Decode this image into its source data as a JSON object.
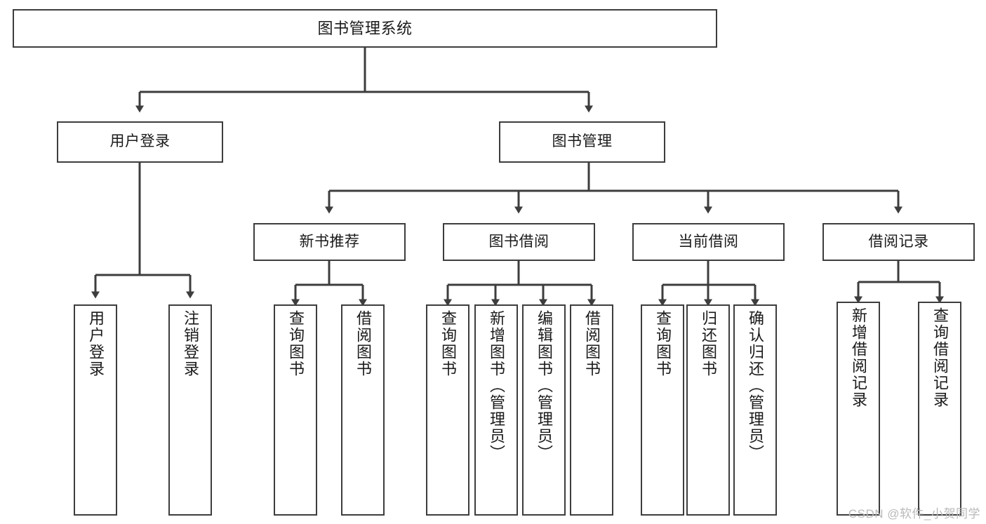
{
  "diagram": {
    "title": "图书管理系统",
    "type": "tree-hierarchy-diagram",
    "watermark": "CSDN @软件_小贺同学",
    "colors": {
      "box_border": "#3d3d3d",
      "box_fill": "#ffffff",
      "edge": "#3d3d3d",
      "text": "#1a1a1a",
      "watermark": "#b9b9b9",
      "background": "#ffffff"
    },
    "nodes": {
      "root": {
        "label": "图书管理系统"
      },
      "level1": [
        {
          "label": "用户登录"
        },
        {
          "label": "图书管理"
        }
      ],
      "level2": [
        {
          "label": "新书推荐"
        },
        {
          "label": "图书借阅"
        },
        {
          "label": "当前借阅"
        },
        {
          "label": "借阅记录"
        }
      ],
      "leaves": {
        "user_login": [
          {
            "label": "用户登录"
          },
          {
            "label": "注销登录"
          }
        ],
        "new_book_recommend": [
          {
            "label": "查询图书"
          },
          {
            "label": "借阅图书"
          }
        ],
        "book_borrow": [
          {
            "label": "查询图书"
          },
          {
            "label": "新增图书（管理员）"
          },
          {
            "label": "编辑图书（管理员）"
          },
          {
            "label": "借阅图书"
          }
        ],
        "current_borrow": [
          {
            "label": "查询图书"
          },
          {
            "label": "归还图书"
          },
          {
            "label": "确认归还（管理员）"
          }
        ],
        "borrow_record": [
          {
            "label": "新增借阅记录"
          },
          {
            "label": "查询借阅记录"
          }
        ]
      }
    }
  }
}
